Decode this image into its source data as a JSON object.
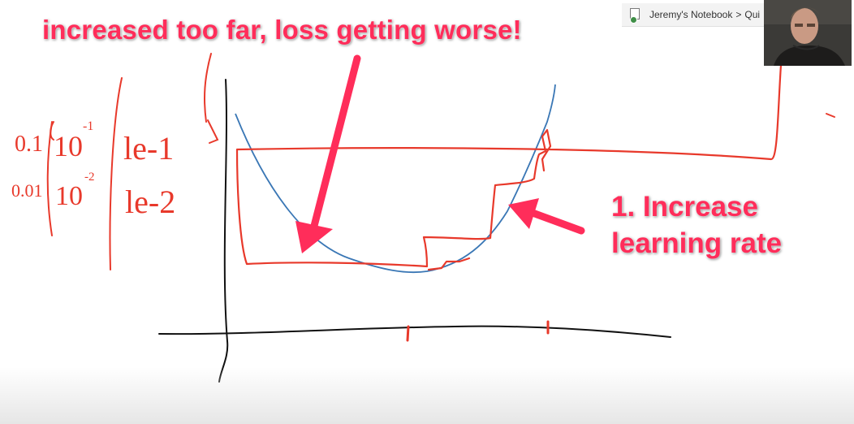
{
  "annotations": {
    "top_callout": "increased too far, loss getting worse!",
    "right_callout_line1": "1. Increase",
    "right_callout_line2": "learning rate"
  },
  "handwriting": {
    "col1_row1": "0.1",
    "col1_row2": "0.01",
    "col2_row1": "10",
    "col2_row1_exp": "-1",
    "col2_row2": "10",
    "col2_row2_exp": "-2",
    "col3_row1": "le-1",
    "col3_row2": "le-2"
  },
  "window": {
    "breadcrumb_notebook": "Jeremy's Notebook",
    "breadcrumb_separator": ">",
    "breadcrumb_section": "Qui"
  },
  "colors": {
    "ink_red": "#e8392b",
    "curve_blue": "#3a77b5",
    "callout_pink": "#ff2d5a",
    "axis_black": "#111111"
  },
  "icons": [
    "notebook-icon",
    "callout-arrow",
    "webcam-feed"
  ]
}
